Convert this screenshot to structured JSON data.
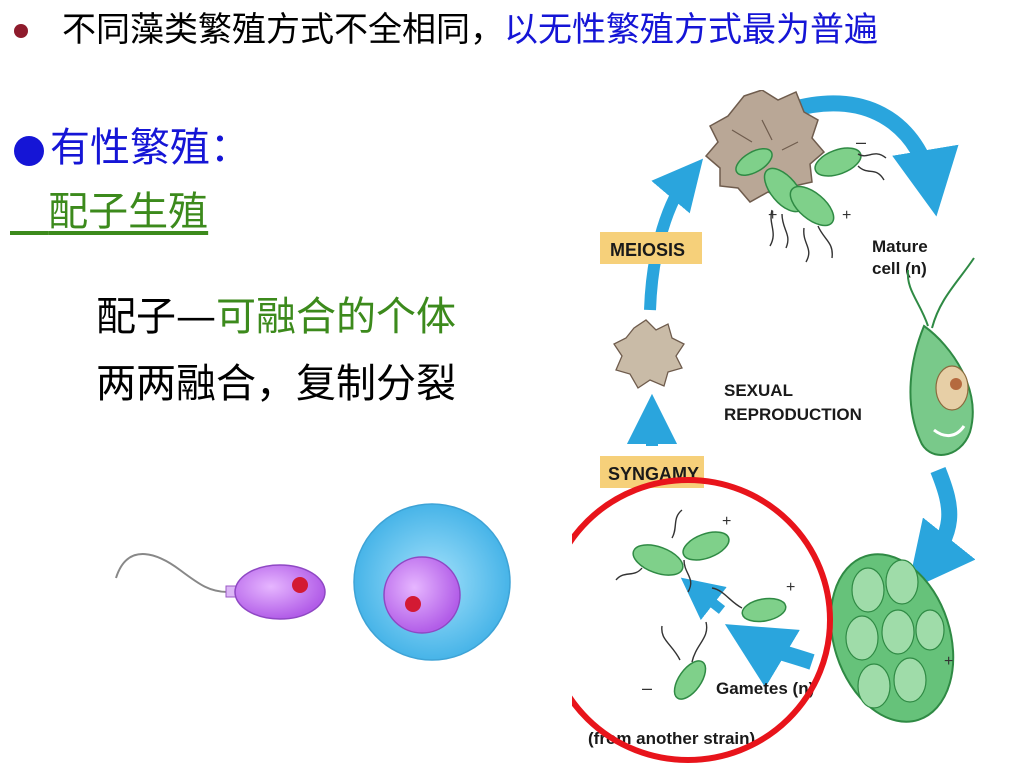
{
  "slide": {
    "line1_black": "不同藻类繁殖方式不全相同，",
    "line1_blue": "以无性繁殖方式最为普遍",
    "heading": "有性繁殖：",
    "subheading": "配子生殖",
    "def_term": "配子—",
    "def_text": "可融合的个体",
    "fusion_text": "两两融合，复制分裂"
  },
  "diagram": {
    "meiosis": "MEIOSIS",
    "syngamy": "SYNGAMY",
    "mature_line1": "Mature",
    "mature_line2": "cell (n)",
    "sexual_line1": "SEXUAL",
    "sexual_line2": "REPRODUCTION",
    "gametes": "Gametes (n)",
    "strain": "(from another strain)"
  },
  "colors": {
    "blue_text": "#1515d6",
    "green_text": "#3c8a1c",
    "bullet": "#8e1b2c",
    "arrow": "#2aa5dd",
    "cell_green": "#5cc36a",
    "highlight_circle": "#e8141b",
    "label_box": "#f6d07a"
  }
}
